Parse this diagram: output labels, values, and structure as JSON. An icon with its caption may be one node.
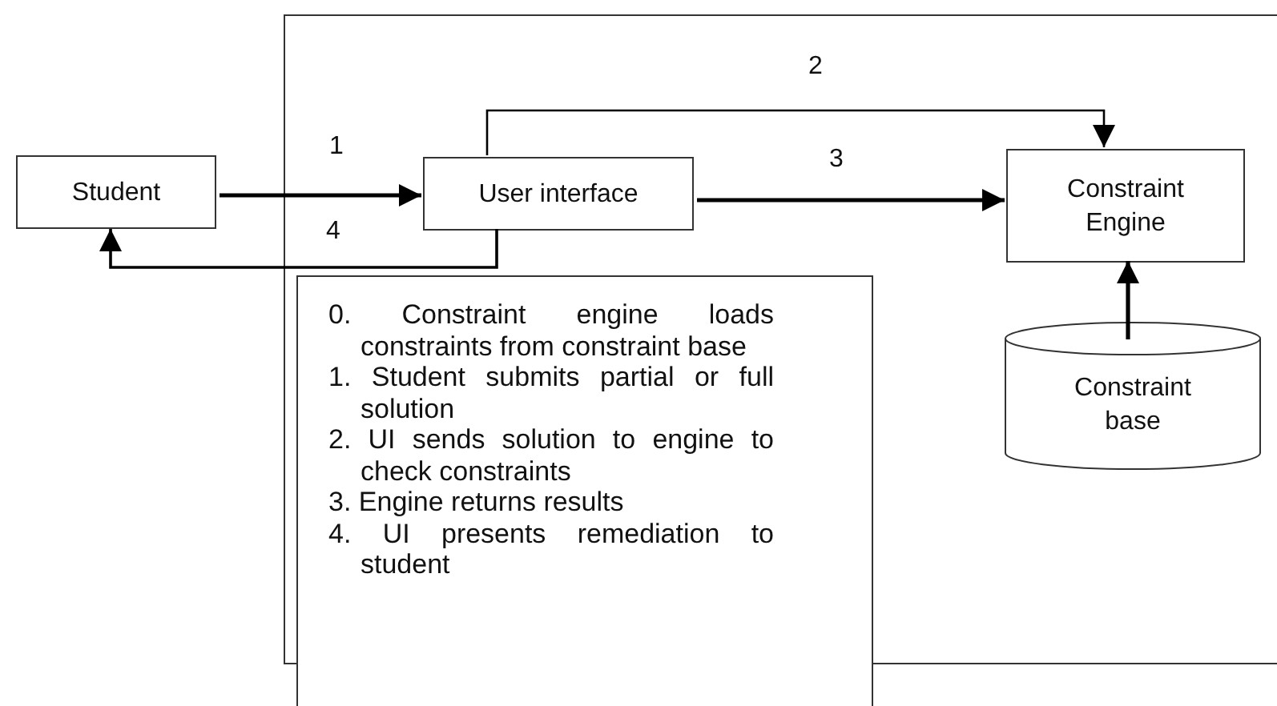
{
  "diagram": {
    "nodes": [
      {
        "text": [],
        "shape": "box"
      },
      {
        "text": [
          "Student"
        ]
      },
      {
        "text": [
          "User interface"
        ],
        "in": 0
      },
      {
        "text": [
          "Constraint Engine"
        ],
        "in": 0
      },
      {
        "text": [
          "Constraint base"
        ],
        "in": 0
      },
      {
        "text": [
          "0. Constraint engine loads constraints from constraint base",
          "1. Student submits partial or full solution",
          "2. UI sends solution to engine to check constraints",
          "3. Engine returns results",
          "4. UI presents remediation to student"
        ]
      }
    ],
    "edges": [
      {
        "from": 1,
        "to": 2,
        "arrow": "to",
        "label": "1"
      },
      {
        "from": 2,
        "to": 3,
        "arrow": "to",
        "label": "2"
      },
      {
        "from": 2,
        "to": 3,
        "arrow": "to",
        "label": "3"
      },
      {
        "from": 2,
        "to": 1,
        "arrow": "to",
        "label": "4"
      },
      {
        "from": 4,
        "to": 3,
        "arrow": "to"
      }
    ]
  }
}
